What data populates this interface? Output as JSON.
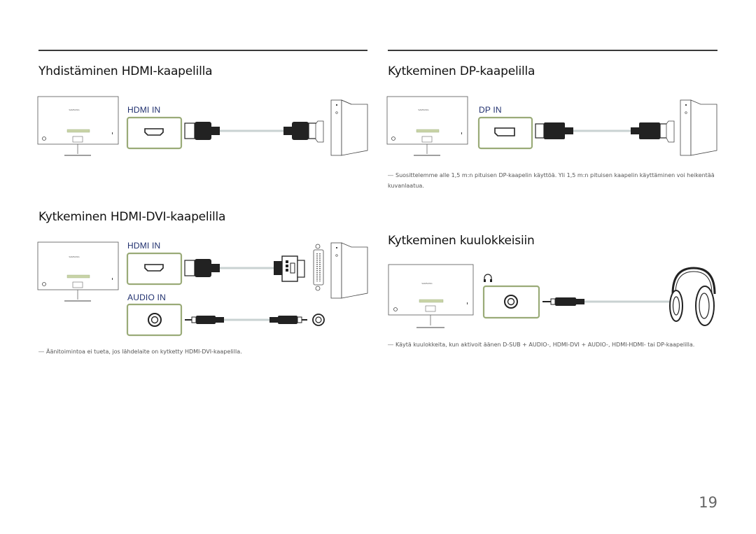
{
  "sections": {
    "hdmi": {
      "title": "Yhdistäminen HDMI-kaapelilla",
      "port_label": "HDMI IN"
    },
    "dp": {
      "title": "Kytkeminen DP-kaapelilla",
      "port_label": "DP IN",
      "note": "Suosittelemme alle 1,5 m:n pituisen DP-kaapelin käyttöä. Yli 1,5 m:n pituisen kaapelin käyttäminen voi heikentää kuvanlaatua."
    },
    "hdmi_dvi": {
      "title": "Kytkeminen HDMI-DVI-kaapelilla",
      "port_label": "HDMI IN",
      "audio_label": "AUDIO IN",
      "note": "Äänitoimintoa ei tueta, jos lähdelaite on kytketty HDMI-DVI-kaapelilla."
    },
    "headphones": {
      "title": "Kytkeminen kuulokkeisiin",
      "note": "Käytä kuulokkeita, kun aktivoit äänen D-SUB + AUDIO-, HDMI-DVI + AUDIO-, HDMI-HDMI- tai DP-kaapelilla."
    }
  },
  "monitor_brand": "SAMSUNG",
  "note_dash": "―",
  "page_number": "19",
  "colors": {
    "highlight": "#9aab78",
    "port_label": "#1f2f6e",
    "cable": "#c9d2d2"
  }
}
